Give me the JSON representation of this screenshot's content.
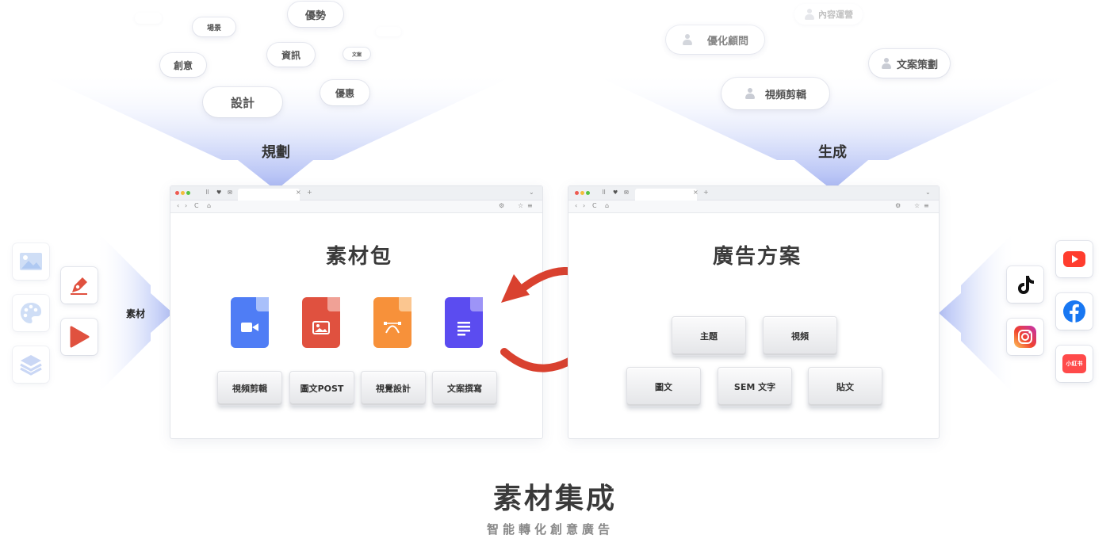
{
  "left_cloud": {
    "tags": [
      "優勢",
      "場景",
      "資訊",
      "文案",
      "創意",
      "設計",
      "優惠"
    ]
  },
  "right_cloud": {
    "tags": [
      "內容運營",
      "優化顧問",
      "文案策劃",
      "視頻剪輯"
    ]
  },
  "funnel_labels": {
    "left": "規劃",
    "right": "生成"
  },
  "side_label_left": "素材",
  "left_browser": {
    "title": "素材包",
    "file_icons": [
      "video-file-icon",
      "image-file-icon",
      "vector-file-icon",
      "document-file-icon"
    ],
    "buttons": [
      "視頻剪輯",
      "圖文POST",
      "視覺設計",
      "文案撰寫"
    ]
  },
  "right_browser": {
    "title": "廣告方案",
    "buttons_row1": [
      "主題",
      "視頻"
    ],
    "buttons_row2": [
      "圖文",
      "SEM 文字",
      "貼文"
    ]
  },
  "left_tools": [
    "image-icon",
    "pen-icon",
    "palette-icon",
    "play-icon",
    "layers-icon"
  ],
  "platforms": {
    "xiaohongshu_text": "小紅书",
    "icons": [
      "youtube-icon",
      "tiktok-icon",
      "facebook-icon",
      "instagram-icon",
      "xiaohongshu-icon"
    ]
  },
  "colors": {
    "arrow_red": "#d9412f",
    "video_blue": "#4f7df5",
    "image_red": "#e0513f",
    "vector_orange": "#f7913a",
    "doc_purple": "#5b4cf0",
    "funnel_blue": "#aab7f5"
  },
  "footer": {
    "title": "素材集成",
    "subtitle": "智能轉化創意廣告"
  }
}
